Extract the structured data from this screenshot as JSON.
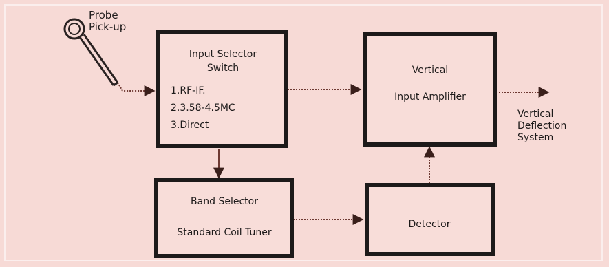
{
  "probe": {
    "label_line1": "Probe",
    "label_line2": "Pick-up"
  },
  "blocks": {
    "input_selector": {
      "title_line1": "Input Selector",
      "title_line2": "Switch",
      "options": [
        "1.RF-IF.",
        "2.3.58-4.5MC",
        "3.Direct"
      ]
    },
    "vertical_amplifier": {
      "line1": "Vertical",
      "line2": "Input Amplifier"
    },
    "band_selector": {
      "line1": "Band Selector",
      "line2": "Standard Coil Tuner"
    },
    "detector": {
      "label": "Detector"
    }
  },
  "output": {
    "line1": "Vertical",
    "line2": "Deflection",
    "line3": "System"
  },
  "colors": {
    "background": "#f7dad6",
    "ink": "#1d1a1a",
    "wire": "#6f3a33"
  }
}
